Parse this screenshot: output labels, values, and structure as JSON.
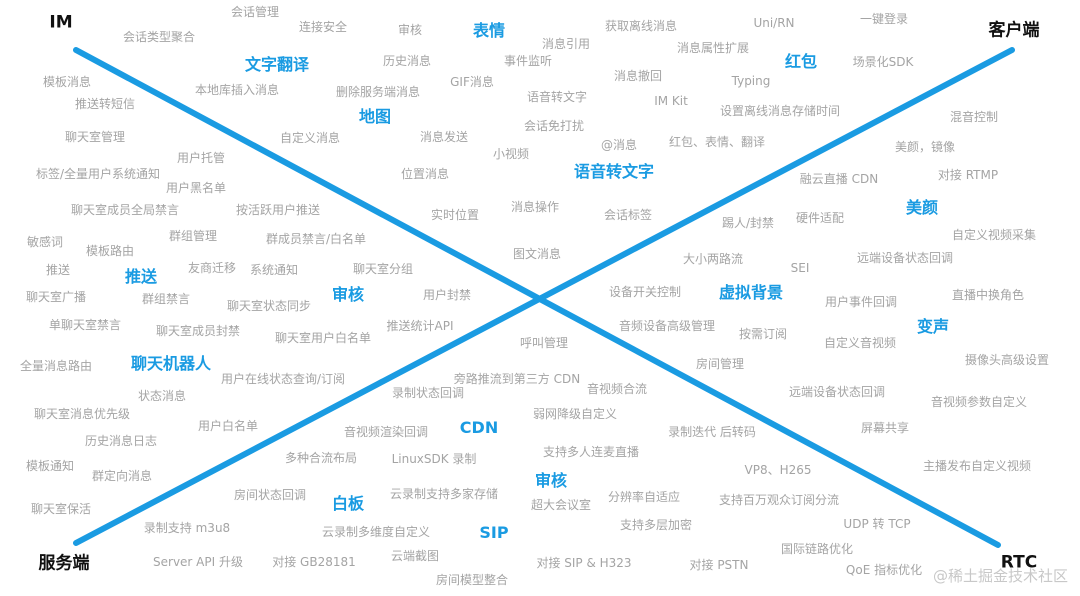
{
  "corners": {
    "top_left": "IM",
    "top_right": "客户端",
    "bottom_left": "服务端",
    "bottom_right": "RTC"
  },
  "colors": {
    "line": "#1a9be2",
    "keyword": "#1a9be2",
    "term": "#a4a4a4",
    "corner": "#111111"
  },
  "keywords": [
    "表情",
    "文字翻译",
    "红包",
    "地图",
    "语音转文字",
    "美颜",
    "推送",
    "审核",
    "虚拟背景",
    "变声",
    "聊天机器人",
    "CDN",
    "审核",
    "白板",
    "SIP"
  ],
  "terms": [
    "会话管理",
    "连接安全",
    "审核",
    "获取离线消息",
    "Uni/RN",
    "一键登录",
    "会话类型聚合",
    "历史消息",
    "消息引用",
    "消息属性扩展",
    "场景化SDK",
    "事件监听",
    "模板消息",
    "本地库插入消息",
    "删除服务端消息",
    "GIF消息",
    "消息撤回",
    "Typing",
    "推送转短信",
    "语音转文字",
    "IM Kit",
    "设置离线消息存储时间",
    "混音控制",
    "会话免打扰",
    "聊天室管理",
    "自定义消息",
    "消息发送",
    "@消息",
    "红包、表情、翻译",
    "美颜，镜像",
    "用户托管",
    "小视频",
    "标签/全量用户系统通知",
    "位置消息",
    "融云直播 CDN",
    "对接 RTMP",
    "用户黑名单",
    "聊天室成员全局禁言",
    "按活跃用户推送",
    "实时位置",
    "消息操作",
    "会话标签",
    "踢人/封禁",
    "硬件适配",
    "群组管理",
    "自定义视频采集",
    "敏感词",
    "群成员禁言/白名单",
    "模板路由",
    "图文消息",
    "大小两路流",
    "SEI",
    "远端设备状态回调",
    "推送",
    "友商迁移",
    "系统通知",
    "聊天室分组",
    "聊天室广播",
    "群组禁言",
    "用户封禁",
    "设备开关控制",
    "直播中换角色",
    "聊天室状态同步",
    "用户事件回调",
    "单聊天室禁言",
    "推送统计API",
    "聊天室成员封禁",
    "音频设备高级管理",
    "聊天室用户白名单",
    "按需订阅",
    "呼叫管理",
    "自定义音视频",
    "摄像头高级设置",
    "全量消息路由",
    "用户在线状态查询/订阅",
    "房间管理",
    "旁路推流到第三方 CDN",
    "状态消息",
    "录制状态回调",
    "音视频合流",
    "远端设备状态回调",
    "音视频参数自定义",
    "聊天室消息优先级",
    "弱网降级自定义",
    "用户白名单",
    "屏幕共享",
    "音视频渲染回调",
    "录制迭代 后转码",
    "历史消息日志",
    "支持多人连麦直播",
    "多种合流布局",
    "LinuxSDK 录制",
    "模板通知",
    "VP8、H265",
    "主播发布自定义视频",
    "群定向消息",
    "房间状态回调",
    "云录制支持多家存储",
    "分辨率自适应",
    "支持百万观众订阅分流",
    "超大会议室",
    "聊天室保活",
    "支持多层加密",
    "录制支持 m3u8",
    "云录制多维度自定义",
    "UDP 转 TCP",
    "国际链路优化",
    "Server API 升级",
    "对接 GB28181",
    "云端截图",
    "对接 SIP & H323",
    "对接 PSTN",
    "QoE 指标优化",
    "房间模型整合"
  ],
  "watermark": "@稀土掘金技术社区"
}
